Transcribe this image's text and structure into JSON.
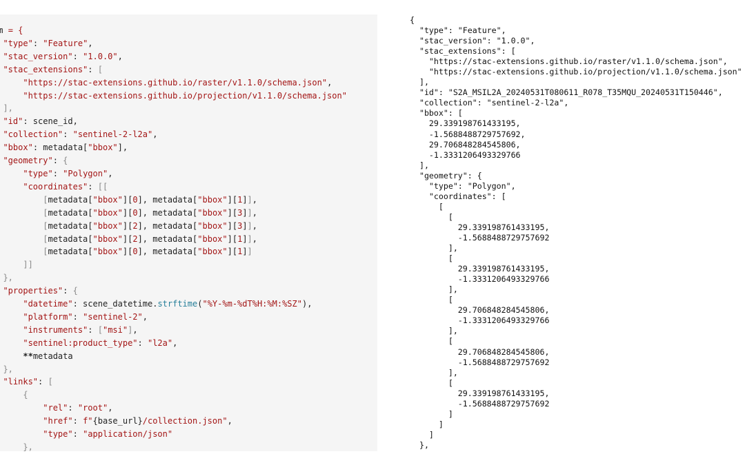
{
  "left_code": {
    "lines": [
      [
        {
          "t": "em ",
          "c": ""
        },
        {
          "t": "= {",
          "c": "e"
        }
      ],
      [
        {
          "t": "  ",
          "c": ""
        },
        {
          "t": "\"type\"",
          "c": "k"
        },
        {
          "t": ": ",
          "c": ""
        },
        {
          "t": "\"Feature\"",
          "c": "s"
        },
        {
          "t": ",",
          "c": ""
        }
      ],
      [
        {
          "t": "  ",
          "c": ""
        },
        {
          "t": "\"stac_version\"",
          "c": "k"
        },
        {
          "t": ": ",
          "c": ""
        },
        {
          "t": "\"1.0.0\"",
          "c": "s"
        },
        {
          "t": ",",
          "c": ""
        }
      ],
      [
        {
          "t": "  ",
          "c": ""
        },
        {
          "t": "\"stac_extensions\"",
          "c": "k"
        },
        {
          "t": ": ",
          "c": ""
        },
        {
          "t": "[",
          "c": "p"
        }
      ],
      [
        {
          "t": "      ",
          "c": ""
        },
        {
          "t": "\"https://stac-extensions.github.io/raster/v1.1.0/schema.json\"",
          "c": "s"
        },
        {
          "t": ",",
          "c": ""
        }
      ],
      [
        {
          "t": "      ",
          "c": ""
        },
        {
          "t": "\"https://stac-extensions.github.io/projection/v1.1.0/schema.json\"",
          "c": "s"
        }
      ],
      [
        {
          "t": "  ",
          "c": ""
        },
        {
          "t": "],",
          "c": "p"
        }
      ],
      [
        {
          "t": "  ",
          "c": ""
        },
        {
          "t": "\"id\"",
          "c": "k"
        },
        {
          "t": ": scene_id,",
          "c": ""
        }
      ],
      [
        {
          "t": "  ",
          "c": ""
        },
        {
          "t": "\"collection\"",
          "c": "k"
        },
        {
          "t": ": ",
          "c": ""
        },
        {
          "t": "\"sentinel-2-l2a\"",
          "c": "s"
        },
        {
          "t": ",",
          "c": ""
        }
      ],
      [
        {
          "t": "  ",
          "c": ""
        },
        {
          "t": "\"bbox\"",
          "c": "k"
        },
        {
          "t": ": metadata[",
          "c": ""
        },
        {
          "t": "\"bbox\"",
          "c": "s"
        },
        {
          "t": "],",
          "c": ""
        }
      ],
      [
        {
          "t": "  ",
          "c": ""
        },
        {
          "t": "\"geometry\"",
          "c": "k"
        },
        {
          "t": ": ",
          "c": ""
        },
        {
          "t": "{",
          "c": "p"
        }
      ],
      [
        {
          "t": "      ",
          "c": ""
        },
        {
          "t": "\"type\"",
          "c": "k"
        },
        {
          "t": ": ",
          "c": ""
        },
        {
          "t": "\"Polygon\"",
          "c": "s"
        },
        {
          "t": ",",
          "c": ""
        }
      ],
      [
        {
          "t": "      ",
          "c": ""
        },
        {
          "t": "\"coordinates\"",
          "c": "k"
        },
        {
          "t": ": ",
          "c": ""
        },
        {
          "t": "[[",
          "c": "p"
        }
      ],
      [
        {
          "t": "          ",
          "c": ""
        },
        {
          "t": "[",
          "c": "p"
        },
        {
          "t": "metadata[",
          "c": ""
        },
        {
          "t": "\"bbox\"",
          "c": "s"
        },
        {
          "t": "][",
          "c": ""
        },
        {
          "t": "0",
          "c": "s"
        },
        {
          "t": "], metadata[",
          "c": ""
        },
        {
          "t": "\"bbox\"",
          "c": "s"
        },
        {
          "t": "][",
          "c": ""
        },
        {
          "t": "1",
          "c": "s"
        },
        {
          "t": "]",
          "c": ""
        },
        {
          "t": "]",
          "c": "p"
        },
        {
          "t": ",",
          "c": ""
        }
      ],
      [
        {
          "t": "          ",
          "c": ""
        },
        {
          "t": "[",
          "c": "p"
        },
        {
          "t": "metadata[",
          "c": ""
        },
        {
          "t": "\"bbox\"",
          "c": "s"
        },
        {
          "t": "][",
          "c": ""
        },
        {
          "t": "0",
          "c": "s"
        },
        {
          "t": "], metadata[",
          "c": ""
        },
        {
          "t": "\"bbox\"",
          "c": "s"
        },
        {
          "t": "][",
          "c": ""
        },
        {
          "t": "3",
          "c": "s"
        },
        {
          "t": "]",
          "c": ""
        },
        {
          "t": "]",
          "c": "p"
        },
        {
          "t": ",",
          "c": ""
        }
      ],
      [
        {
          "t": "          ",
          "c": ""
        },
        {
          "t": "[",
          "c": "p"
        },
        {
          "t": "metadata[",
          "c": ""
        },
        {
          "t": "\"bbox\"",
          "c": "s"
        },
        {
          "t": "][",
          "c": ""
        },
        {
          "t": "2",
          "c": "s"
        },
        {
          "t": "], metadata[",
          "c": ""
        },
        {
          "t": "\"bbox\"",
          "c": "s"
        },
        {
          "t": "][",
          "c": ""
        },
        {
          "t": "3",
          "c": "s"
        },
        {
          "t": "]",
          "c": ""
        },
        {
          "t": "]",
          "c": "p"
        },
        {
          "t": ",",
          "c": ""
        }
      ],
      [
        {
          "t": "          ",
          "c": ""
        },
        {
          "t": "[",
          "c": "p"
        },
        {
          "t": "metadata[",
          "c": ""
        },
        {
          "t": "\"bbox\"",
          "c": "s"
        },
        {
          "t": "][",
          "c": ""
        },
        {
          "t": "2",
          "c": "s"
        },
        {
          "t": "], metadata[",
          "c": ""
        },
        {
          "t": "\"bbox\"",
          "c": "s"
        },
        {
          "t": "][",
          "c": ""
        },
        {
          "t": "1",
          "c": "s"
        },
        {
          "t": "]",
          "c": ""
        },
        {
          "t": "]",
          "c": "p"
        },
        {
          "t": ",",
          "c": ""
        }
      ],
      [
        {
          "t": "          ",
          "c": ""
        },
        {
          "t": "[",
          "c": "p"
        },
        {
          "t": "metadata[",
          "c": ""
        },
        {
          "t": "\"bbox\"",
          "c": "s"
        },
        {
          "t": "][",
          "c": ""
        },
        {
          "t": "0",
          "c": "s"
        },
        {
          "t": "], metadata[",
          "c": ""
        },
        {
          "t": "\"bbox\"",
          "c": "s"
        },
        {
          "t": "][",
          "c": ""
        },
        {
          "t": "1",
          "c": "s"
        },
        {
          "t": "]",
          "c": ""
        },
        {
          "t": "]",
          "c": "p"
        }
      ],
      [
        {
          "t": "      ",
          "c": ""
        },
        {
          "t": "]]",
          "c": "p"
        }
      ],
      [
        {
          "t": "  ",
          "c": ""
        },
        {
          "t": "},",
          "c": "p"
        }
      ],
      [
        {
          "t": "  ",
          "c": ""
        },
        {
          "t": "\"properties\"",
          "c": "k"
        },
        {
          "t": ": ",
          "c": ""
        },
        {
          "t": "{",
          "c": "p"
        }
      ],
      [
        {
          "t": "      ",
          "c": ""
        },
        {
          "t": "\"datetime\"",
          "c": "k"
        },
        {
          "t": ": scene_datetime.",
          "c": ""
        },
        {
          "t": "strftime",
          "c": "f"
        },
        {
          "t": "(",
          "c": ""
        },
        {
          "t": "\"%Y-%m-%dT%H:%M:%SZ\"",
          "c": "s"
        },
        {
          "t": "),",
          "c": ""
        }
      ],
      [
        {
          "t": "      ",
          "c": ""
        },
        {
          "t": "\"platform\"",
          "c": "k"
        },
        {
          "t": ": ",
          "c": ""
        },
        {
          "t": "\"sentinel-2\"",
          "c": "s"
        },
        {
          "t": ",",
          "c": ""
        }
      ],
      [
        {
          "t": "      ",
          "c": ""
        },
        {
          "t": "\"instruments\"",
          "c": "k"
        },
        {
          "t": ": ",
          "c": ""
        },
        {
          "t": "[",
          "c": "p"
        },
        {
          "t": "\"msi\"",
          "c": "s"
        },
        {
          "t": "]",
          "c": "p"
        },
        {
          "t": ",",
          "c": ""
        }
      ],
      [
        {
          "t": "      ",
          "c": ""
        },
        {
          "t": "\"sentinel:product_type\"",
          "c": "k"
        },
        {
          "t": ": ",
          "c": ""
        },
        {
          "t": "\"l2a\"",
          "c": "s"
        },
        {
          "t": ",",
          "c": ""
        }
      ],
      [
        {
          "t": "      ",
          "c": ""
        },
        {
          "t": "**",
          "c": "o"
        },
        {
          "t": "metadata",
          "c": ""
        }
      ],
      [
        {
          "t": "  ",
          "c": ""
        },
        {
          "t": "},",
          "c": "p"
        }
      ],
      [
        {
          "t": "  ",
          "c": ""
        },
        {
          "t": "\"links\"",
          "c": "k"
        },
        {
          "t": ": ",
          "c": ""
        },
        {
          "t": "[",
          "c": "p"
        }
      ],
      [
        {
          "t": "      ",
          "c": ""
        },
        {
          "t": "{",
          "c": "p"
        }
      ],
      [
        {
          "t": "          ",
          "c": ""
        },
        {
          "t": "\"rel\"",
          "c": "k"
        },
        {
          "t": ": ",
          "c": ""
        },
        {
          "t": "\"root\"",
          "c": "s"
        },
        {
          "t": ",",
          "c": ""
        }
      ],
      [
        {
          "t": "          ",
          "c": ""
        },
        {
          "t": "\"href\"",
          "c": "k"
        },
        {
          "t": ": ",
          "c": ""
        },
        {
          "t": "f\"",
          "c": "s"
        },
        {
          "t": "{base_url}",
          "c": ""
        },
        {
          "t": "/collection.json\"",
          "c": "s"
        },
        {
          "t": ",",
          "c": ""
        }
      ],
      [
        {
          "t": "          ",
          "c": ""
        },
        {
          "t": "\"type\"",
          "c": "k"
        },
        {
          "t": ": ",
          "c": ""
        },
        {
          "t": "\"application/json\"",
          "c": "s"
        }
      ],
      [
        {
          "t": "      ",
          "c": ""
        },
        {
          "t": "},",
          "c": "p"
        }
      ]
    ]
  },
  "right_code": {
    "lines": [
      "{",
      "  \"type\": \"Feature\",",
      "  \"stac_version\": \"1.0.0\",",
      "  \"stac_extensions\": [",
      "    \"https://stac-extensions.github.io/raster/v1.1.0/schema.json\",",
      "    \"https://stac-extensions.github.io/projection/v1.1.0/schema.json\"",
      "  ],",
      "  \"id\": \"S2A_MSIL2A_20240531T080611_R078_T35MQU_20240531T150446\",",
      "  \"collection\": \"sentinel-2-l2a\",",
      "  \"bbox\": [",
      "    29.339198761433195,",
      "    -1.5688488729757692,",
      "    29.706848284545806,",
      "    -1.3331206493329766",
      "  ],",
      "  \"geometry\": {",
      "    \"type\": \"Polygon\",",
      "    \"coordinates\": [",
      "      [",
      "        [",
      "          29.339198761433195,",
      "          -1.5688488729757692",
      "        ],",
      "        [",
      "          29.339198761433195,",
      "          -1.3331206493329766",
      "        ],",
      "        [",
      "          29.706848284545806,",
      "          -1.3331206493329766",
      "        ],",
      "        [",
      "          29.706848284545806,",
      "          -1.5688488729757692",
      "        ],",
      "        [",
      "          29.339198761433195,",
      "          -1.5688488729757692",
      "        ]",
      "      ]",
      "    ]",
      "  },"
    ]
  }
}
